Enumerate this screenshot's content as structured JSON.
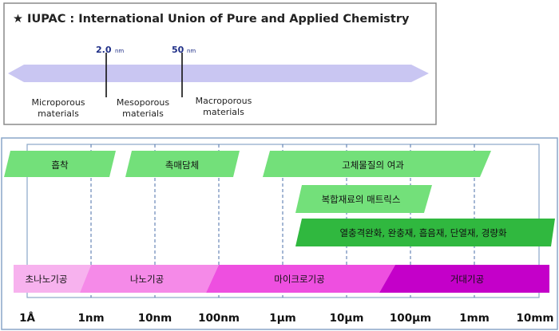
{
  "iupac": {
    "title": "★ IUPAC : International Union of Pure and Applied Chemistry",
    "markers": [
      {
        "value": "2.0",
        "unit": "nm"
      },
      {
        "value": "50",
        "unit": "nm"
      }
    ],
    "categories": [
      {
        "line1": "Microporous",
        "line2": "materials"
      },
      {
        "line1": "Mesoporous",
        "line2": "materials"
      },
      {
        "line1": "Macroporous",
        "line2": "materials"
      }
    ]
  },
  "applications": {
    "adsorption": "흡착",
    "catalyst_support": "촉매담체",
    "solid_filtration": "고체물질의 여과",
    "composite_matrix": "복합재료의 매트릭스",
    "insulation": "열충격완화, 완충재, 흡음재, 단열재, 경량화"
  },
  "processing": {
    "ultra_nano": "초나노기공",
    "nano": "나노기공",
    "micro": "마이크로기공",
    "macro": "거대기공"
  },
  "axis": {
    "ticks": [
      "1Å",
      "1nm",
      "10nm",
      "100nm",
      "1μm",
      "10μm",
      "100μm",
      "1mm",
      "10mm"
    ]
  },
  "colors": {
    "app_fill": "#73e07a",
    "app_fill_dark": "#30b83f",
    "band": "#c9c6f2",
    "ultra_nano": "#f7b2ee",
    "nano": "#f58ae8",
    "micro": "#ee4fe0",
    "macro": "#c400c9",
    "marker_text": "#1f2f87"
  }
}
